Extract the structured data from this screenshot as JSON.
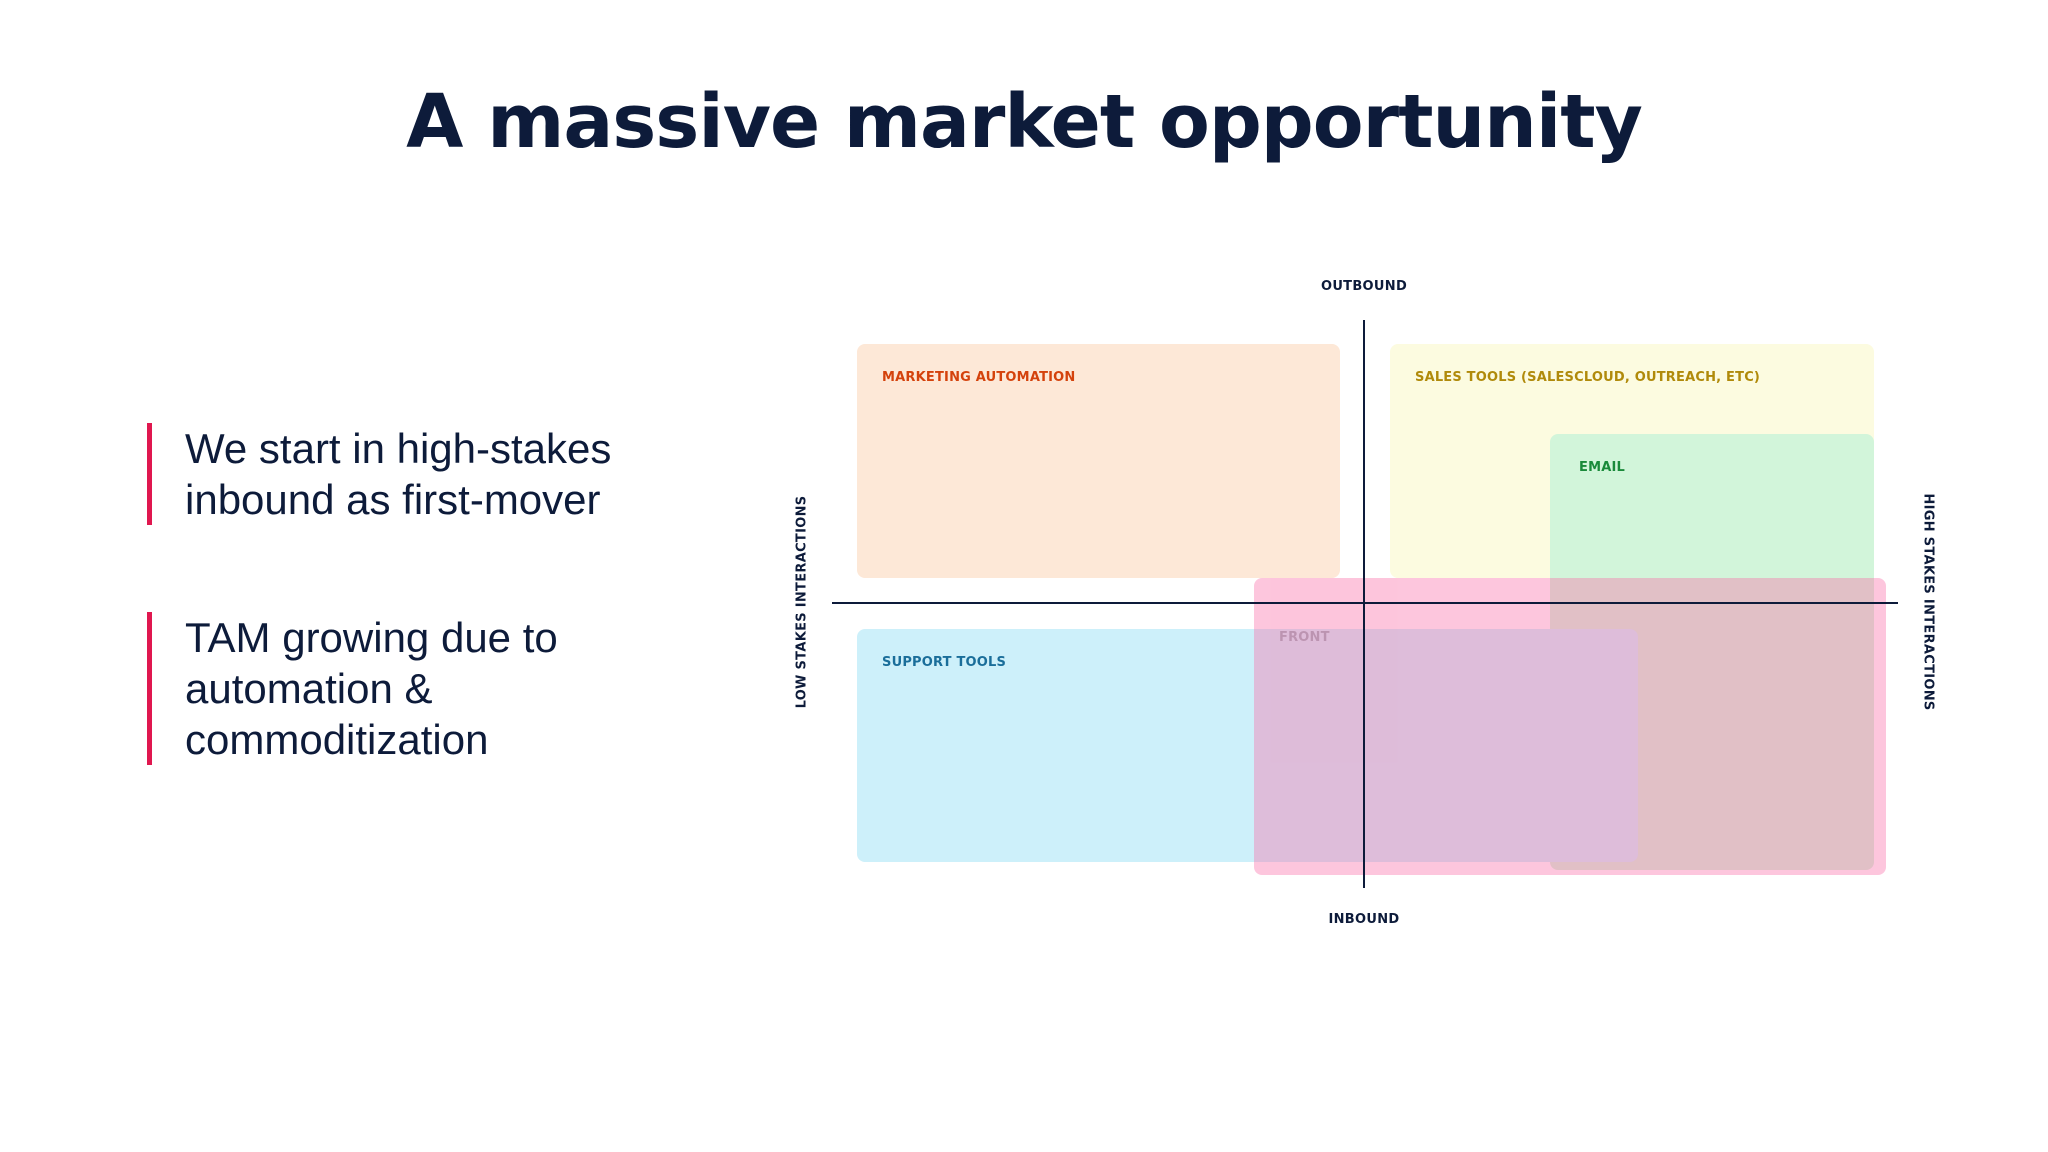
{
  "title": "A massive market opportunity",
  "bullets": [
    {
      "lines": [
        "We start in high-stakes",
        "inbound as first-mover"
      ]
    },
    {
      "lines": [
        "TAM growing due to",
        "automation &",
        "commoditization"
      ]
    }
  ],
  "diagram": {
    "axes": {
      "top": "OUTBOUND",
      "bottom": "INBOUND",
      "left": "LOW STAKES INTERACTIONS",
      "right": "HIGH STAKES INTERACTIONS"
    },
    "boxes": [
      {
        "id": "marketing",
        "label": "MARKETING AUTOMATION",
        "label_color": "#d4420c",
        "fill": "#fde8d7"
      },
      {
        "id": "sales",
        "label": "SALES TOOLS (SALESCLOUD, OUTREACH, ETC)",
        "label_color": "#b08a0a",
        "fill": "#fcfbe0"
      },
      {
        "id": "email",
        "label": "EMAIL",
        "label_color": "#1a8a3a",
        "fill": "#d2f5da"
      },
      {
        "id": "support",
        "label": "SUPPORT TOOLS",
        "label_color": "#1a6e9a",
        "fill": "#cdf0fa"
      },
      {
        "id": "front",
        "label": "FRONT",
        "label_color": "#d6145a",
        "fill": "#fb6aa6"
      }
    ]
  }
}
